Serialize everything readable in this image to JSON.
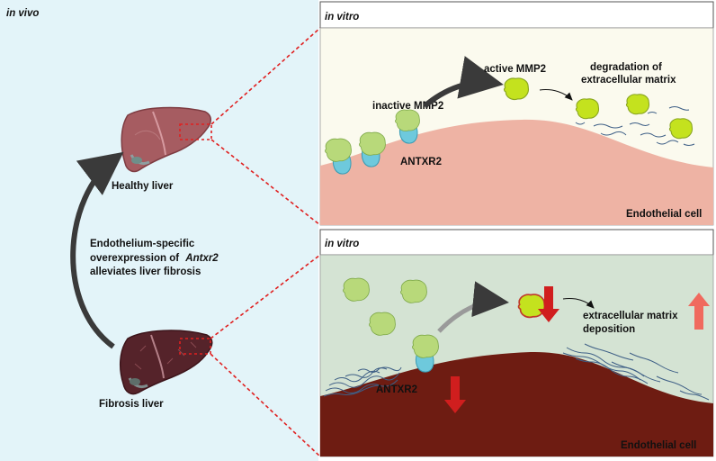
{
  "left_panel": {
    "title": "in vivo",
    "healthy_label": "Healthy liver",
    "fibrosis_label": "Fibrosis liver",
    "intervention_lines": [
      "Endothelium-specific",
      "overexpression of",
      "alleviates liver fibrosis"
    ],
    "intervention_gene": "Antxr2"
  },
  "top_panel": {
    "title": "in vitro",
    "active_label": "active MMP2",
    "inactive_label": "inactive MMP2",
    "degradation_lines": [
      "degradation of",
      "extracellular matrix"
    ],
    "receptor_label": "ANTXR2",
    "cell_label": "Endothelial cell"
  },
  "bottom_panel": {
    "title": "in vitro",
    "ecm_lines": [
      "extracellular matrix",
      "deposition"
    ],
    "receptor_label": "ANTXR2",
    "cell_label": "Endothelial cell"
  },
  "colors": {
    "left_bg": "#e3f4f9",
    "top_bg": "#fbfaee",
    "top_cell": "#eeb3a4",
    "bottom_bg": "#d4e3d3",
    "bottom_cell": "#6e1c12",
    "mmp2_inactive": "#b8d97a",
    "mmp2_active": "#c4e21e",
    "receptor": "#6ec9dc",
    "dashed_connector": "#e02020",
    "arrow_down": "#d01e1e",
    "arrow_up": "#f06a5e",
    "healthy_liver": "#a65c61",
    "fibrosis_liver": "#55232a"
  }
}
